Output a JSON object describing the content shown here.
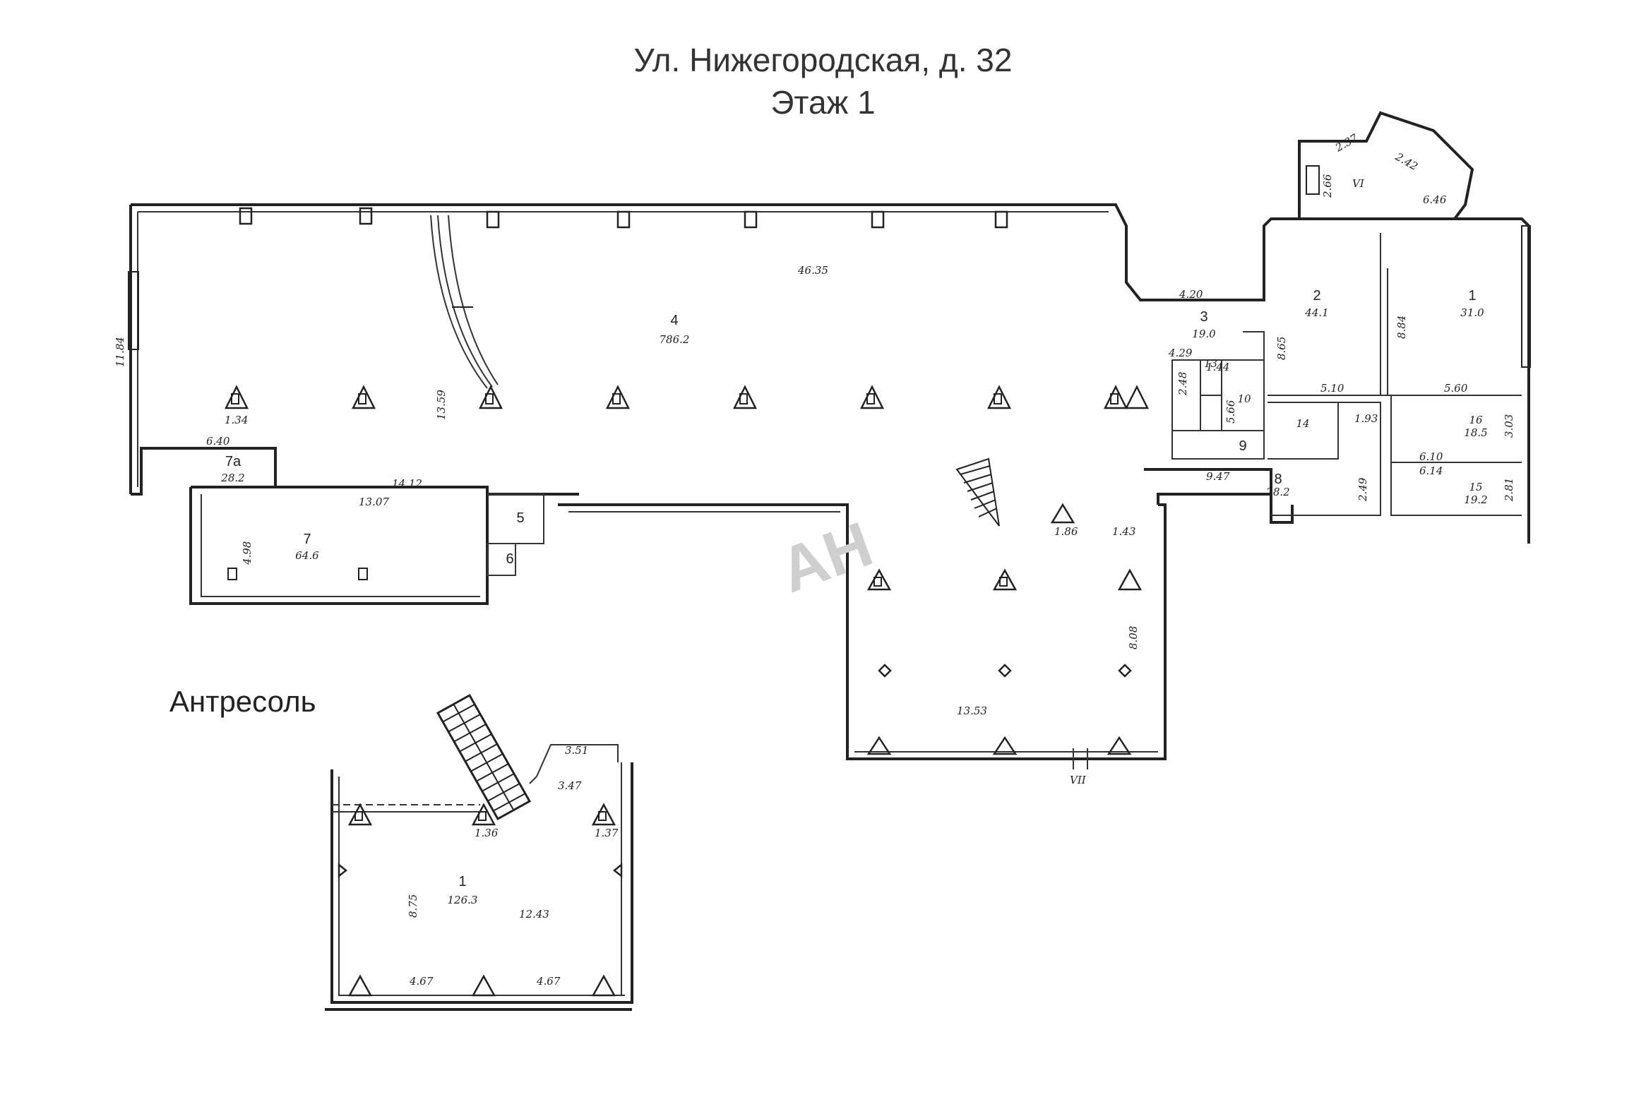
{
  "header": {
    "street": "Ул. Нижегородская, д. 32",
    "floor": "Этаж 1"
  },
  "mezzanine_label": "Антресоль",
  "watermark": "АН",
  "floor1": {
    "rooms": [
      {
        "id": "room-4",
        "number": "4",
        "area": "786.2"
      },
      {
        "id": "room-3",
        "number": "3",
        "area": "19.0"
      },
      {
        "id": "room-2",
        "number": "2",
        "area": "44.1"
      },
      {
        "id": "room-1",
        "number": "1",
        "area": "31.0"
      },
      {
        "id": "room-7",
        "number": "7",
        "area": "64.6"
      },
      {
        "id": "room-7a",
        "number": "7а",
        "area": "28.2"
      },
      {
        "id": "room-5",
        "number": "5",
        "area": ""
      },
      {
        "id": "room-6",
        "number": "6",
        "area": ""
      },
      {
        "id": "room-8",
        "number": "8",
        "area": "28.2"
      },
      {
        "id": "room-9",
        "number": "9",
        "area": ""
      },
      {
        "id": "room-10",
        "number": "10",
        "area": ""
      },
      {
        "id": "room-14",
        "number": "14",
        "area": ""
      },
      {
        "id": "room-16",
        "number": "16",
        "area": "18.5"
      },
      {
        "id": "room-15",
        "number": "15",
        "area": "19.2"
      }
    ],
    "dimensions": [
      "46.35",
      "11.84",
      "13.59",
      "1.34",
      "6.40",
      "14.12",
      "13.07",
      "4.98",
      "4.20",
      "4.29",
      "8.65",
      "8.84",
      "5.10",
      "5.60",
      "1.93",
      "3.03",
      "6.10",
      "6.14",
      "2.81",
      "2.49",
      "9.47",
      "1.86",
      "1.43",
      "8.08",
      "13.53",
      "2.37",
      "2.42",
      "2.66",
      "6.46",
      "1.44",
      "2.48",
      "5.66"
    ],
    "markers": [
      "VI",
      "VII",
      "13"
    ]
  },
  "mezzanine": {
    "room": {
      "number": "1",
      "area": "126.3"
    },
    "dimensions": [
      "3.51",
      "3.47",
      "1.36",
      "1.37",
      "8.75",
      "12.43",
      "4.67",
      "4.67"
    ]
  }
}
